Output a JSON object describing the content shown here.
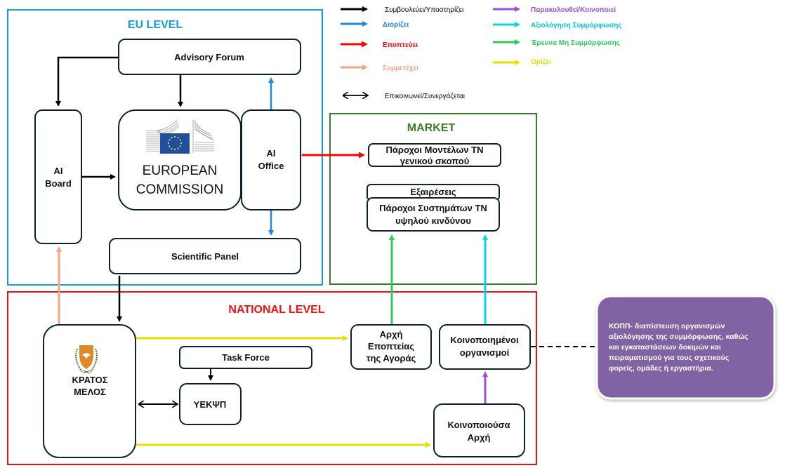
{
  "legend": [
    {
      "label": "Συμβουλεύει/Υποστηρίζει",
      "color": "#000000",
      "type": "single"
    },
    {
      "label": "Διορίζει",
      "color": "#1e88e5",
      "type": "single"
    },
    {
      "label": "Εποπτεύει",
      "color": "#ff0000",
      "type": "single"
    },
    {
      "label": "Συμμετέχει",
      "color": "#f4a582",
      "type": "single"
    },
    {
      "label": "Επικοινωνεί/Συνεργάζεται",
      "color": "#000000",
      "type": "double"
    },
    {
      "label": "Παρακολουθεί/Κοινοποιεί",
      "color": "#9b4fe0",
      "type": "single"
    },
    {
      "label": "Αξιολόγηση Συμμόρφωσης",
      "color": "#00d8f0",
      "type": "single"
    },
    {
      "label": "Έρευνα Μη Συμμόρφωσης",
      "color": "#2ecc5a",
      "type": "single"
    },
    {
      "label": "Ορίζει",
      "color": "#e6e000",
      "type": "single"
    }
  ],
  "frames": {
    "eu": {
      "title": "EU LEVEL",
      "color": "#12a0dc"
    },
    "market": {
      "title": "MARKET",
      "color": "#3a7d2a"
    },
    "national": {
      "title": "NATIONAL LEVEL",
      "color": "#ee1111"
    }
  },
  "nodes": {
    "advisory_forum": "Advisory Forum",
    "ai_board": [
      "AI",
      "Board"
    ],
    "european_commission": [
      "EUROPEAN",
      "COMMISSION"
    ],
    "ai_office": [
      "AI",
      "Office"
    ],
    "scientific_panel": "Scientific Panel",
    "gpai_providers": [
      "Πάροχοι Μοντέλων ΤΝ",
      "γενικού σκοπού"
    ],
    "exceptions": "Εξαιρέσεις",
    "high_risk_providers": [
      "Πάροχοι Συστημάτων ΤΝ",
      "υψηλού κινδύνου"
    ],
    "member_state": [
      "ΚΡΑΤΟΣ",
      "ΜΕΛΟΣ"
    ],
    "task_force": "Task Force",
    "yekpsp": "ΥΕΚΨΠ",
    "market_surveillance": [
      "Αρχή",
      "Εποπτείας",
      "της Αγοράς"
    ],
    "notified_bodies": [
      "Κοινοποιημένοι",
      "οργανισμοί"
    ],
    "notifying_authority": [
      "Κοινοποιούσα",
      "Αρχή"
    ]
  },
  "note": {
    "lines": [
      "ΚΟΠΠ-  διαπίστευση οργανισμών",
      "αξιολόγησης της συμμόρφωσης, καθώς",
      "και εγκαταστάσεων δοκιμών και",
      "πειραματισμού για τους σχετικούς",
      "φορείς, ομάδες ή εργαστήρια."
    ],
    "color": "#8064a2"
  }
}
